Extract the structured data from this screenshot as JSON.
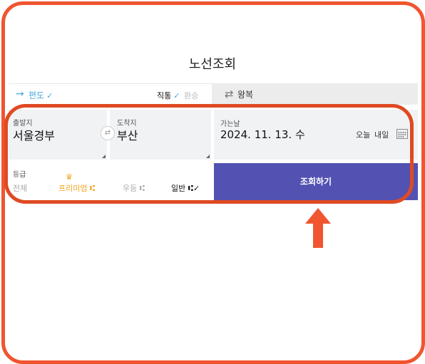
{
  "page": {
    "title": "노선조회"
  },
  "trip_tabs": {
    "oneway_label": "편도",
    "oneway_check": "✓",
    "direct_label": "직통",
    "direct_check": "✓",
    "transfer_label": "환승",
    "round_label": "왕복"
  },
  "route": {
    "departure_label": "출발지",
    "departure_value": "서울경부",
    "arrival_label": "도착지",
    "arrival_value": "부산",
    "date_label": "가는날",
    "date_value": "2024. 11. 13. 수",
    "today_label": "오늘",
    "tomorrow_label": "내일"
  },
  "grade": {
    "label": "등급",
    "options": [
      {
        "label": "전체"
      },
      {
        "label": "프리미엄"
      },
      {
        "label": "우등"
      },
      {
        "label": "일반",
        "check": "✓"
      }
    ]
  },
  "search_button": {
    "label": "조회하기"
  },
  "colors": {
    "accent_blue": "#4aa8d8",
    "button_purple": "#5352b3",
    "premium_gold": "#f3a31a",
    "annotation_red": "#df4a22"
  },
  "icons": [
    "arrow-right-icon",
    "swap-horizontal-icon",
    "swap-vertical-icon",
    "calendar-icon",
    "crown-icon",
    "seat-icon",
    "up-arrow-icon"
  ]
}
